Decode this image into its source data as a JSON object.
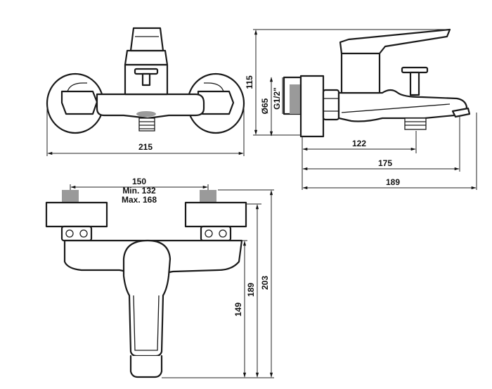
{
  "dimensions": {
    "front_width": "215",
    "side_height": "115",
    "side_diameter": "Ø65",
    "side_thread": "G1/2\"",
    "side_spout_122": "122",
    "side_spout_175": "175",
    "side_total_189": "189",
    "top_centers": "150",
    "top_min": "Min. 132",
    "top_max": "Max. 168",
    "top_149": "149",
    "top_189": "189",
    "top_203": "203"
  },
  "colors": {
    "line": "#1a1a1a",
    "thread_fill": "#9a9a9a",
    "background": "#ffffff"
  }
}
